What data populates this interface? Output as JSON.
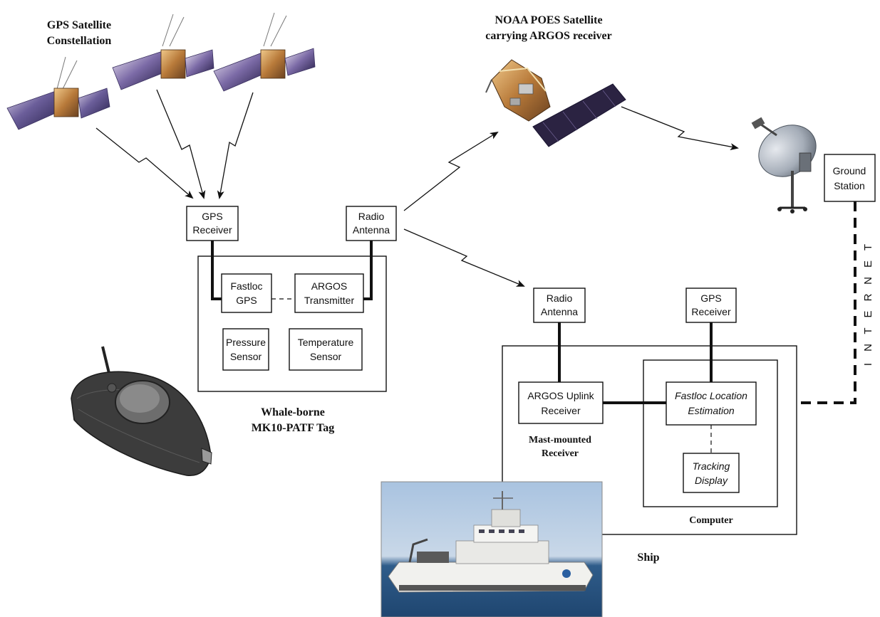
{
  "labels": {
    "gps_constellation_1": "GPS Satellite",
    "gps_constellation_2": "Constellation",
    "noaa_1": "NOAA POES Satellite",
    "noaa_2": "carrying ARGOS receiver",
    "tag_1": "Whale-borne",
    "tag_2": "MK10-PATF Tag",
    "mast_1": "Mast-mounted",
    "mast_2": "Receiver",
    "computer": "Computer",
    "ship": "Ship",
    "internet": "INTERNET"
  },
  "boxes": {
    "tag_gps_receiver": [
      "GPS",
      "Receiver"
    ],
    "tag_radio_antenna": [
      "Radio",
      "Antenna"
    ],
    "fastloc_gps": [
      "Fastloc",
      "GPS"
    ],
    "argos_transmitter": [
      "ARGOS",
      "Transmitter"
    ],
    "pressure_sensor": [
      "Pressure",
      "Sensor"
    ],
    "temperature_sensor": [
      "Temperature",
      "Sensor"
    ],
    "ground_station": [
      "Ground",
      "Station"
    ],
    "ship_radio_antenna": [
      "Radio",
      "Antenna"
    ],
    "ship_gps_receiver": [
      "GPS",
      "Receiver"
    ],
    "argos_uplink_receiver": [
      "ARGOS Uplink",
      "Receiver"
    ],
    "fastloc_location_estimation": [
      "Fastloc Location",
      "Estimation"
    ],
    "tracking_display": [
      "Tracking",
      "Display"
    ]
  },
  "images": {
    "gps_satellite": "gps-satellite-picture",
    "noaa_satellite": "noaa-poes-satellite-picture",
    "ground_dish": "satellite-dish-picture",
    "tag_device": "mk10-tag-device-picture",
    "ship_photo": "noaa-ship-photo"
  }
}
